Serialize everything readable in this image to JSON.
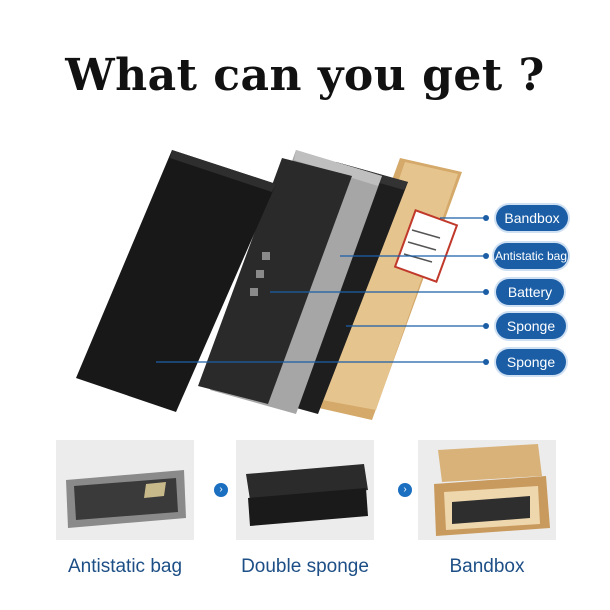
{
  "header": {
    "title": "What can you get ?"
  },
  "callouts": [
    {
      "label": "Bandbox"
    },
    {
      "label": "Antistatic bag"
    },
    {
      "label": "Battery"
    },
    {
      "label": "Sponge"
    },
    {
      "label": "Sponge"
    }
  ],
  "packaging_steps": [
    {
      "caption": "Antistatic bag"
    },
    {
      "caption": "Double sponge"
    },
    {
      "caption": "Bandbox"
    }
  ],
  "colors": {
    "accent": "#1b5ea6",
    "caption": "#1d4f86",
    "bandbox": "#d9b27a",
    "sponge": "#1a1a1a",
    "bag": "#a8a8a8"
  }
}
